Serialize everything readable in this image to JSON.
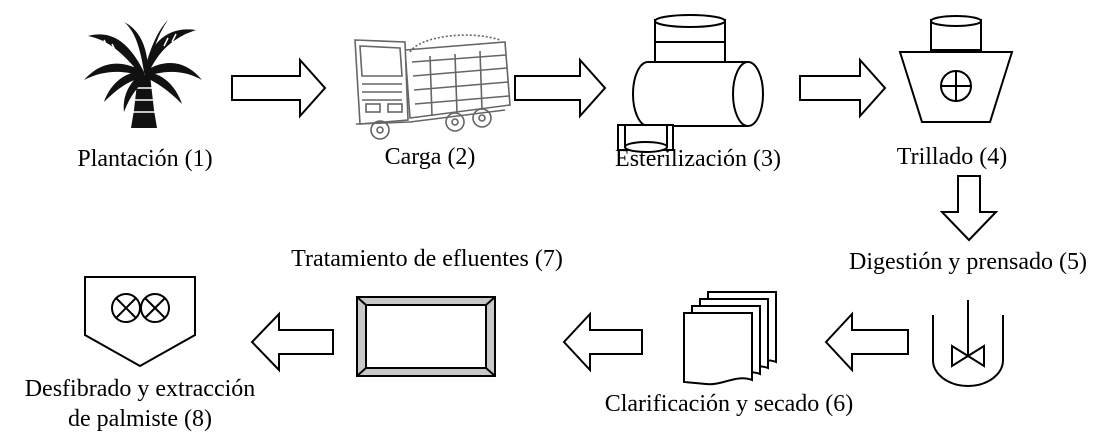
{
  "steps": [
    {
      "id": 1,
      "label": "Plantación (1)"
    },
    {
      "id": 2,
      "label": "Carga (2)"
    },
    {
      "id": 3,
      "label": "Esterilización (3)"
    },
    {
      "id": 4,
      "label": "Trillado (4)"
    },
    {
      "id": 5,
      "label": "Digestión y prensado (5)"
    },
    {
      "id": 6,
      "label": "Clarificación y secado (6)"
    },
    {
      "id": 7,
      "label": "Tratamiento de efluentes (7)"
    },
    {
      "id": 8,
      "label_line1": "Desfibrado y extracción",
      "label_line2": "de palmiste (8)"
    }
  ]
}
